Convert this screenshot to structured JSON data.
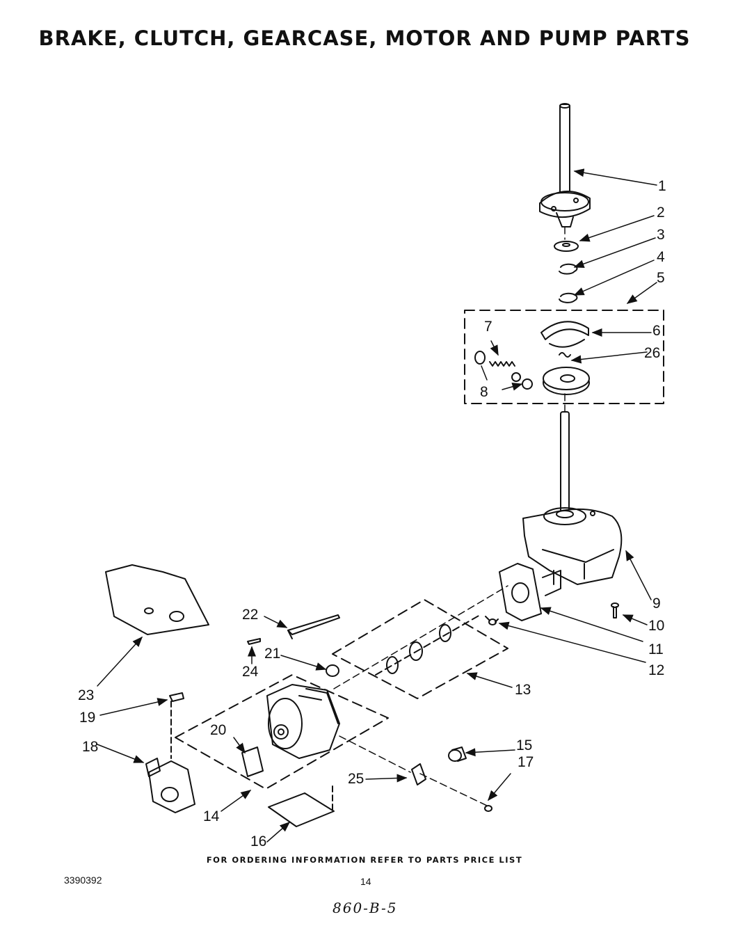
{
  "title": "BRAKE, CLUTCH, GEARCASE, MOTOR AND PUMP PARTS",
  "callouts": {
    "c1": "1",
    "c2": "2",
    "c3": "3",
    "c4": "4",
    "c5": "5",
    "c6": "6",
    "c7": "7",
    "c8": "8",
    "c9": "9",
    "c10": "10",
    "c11": "11",
    "c12": "12",
    "c13": "13",
    "c14": "14",
    "c15": "15",
    "c16": "16",
    "c17": "17",
    "c18": "18",
    "c19": "19",
    "c20": "20",
    "c21": "21",
    "c22": "22",
    "c23": "23",
    "c24": "24",
    "c25": "25",
    "c26": "26"
  },
  "footer": {
    "note": "FOR ORDERING INFORMATION REFER TO PARTS PRICE LIST",
    "doc_number": "3390392",
    "page_number": "14",
    "handwritten": "860-B-5"
  }
}
